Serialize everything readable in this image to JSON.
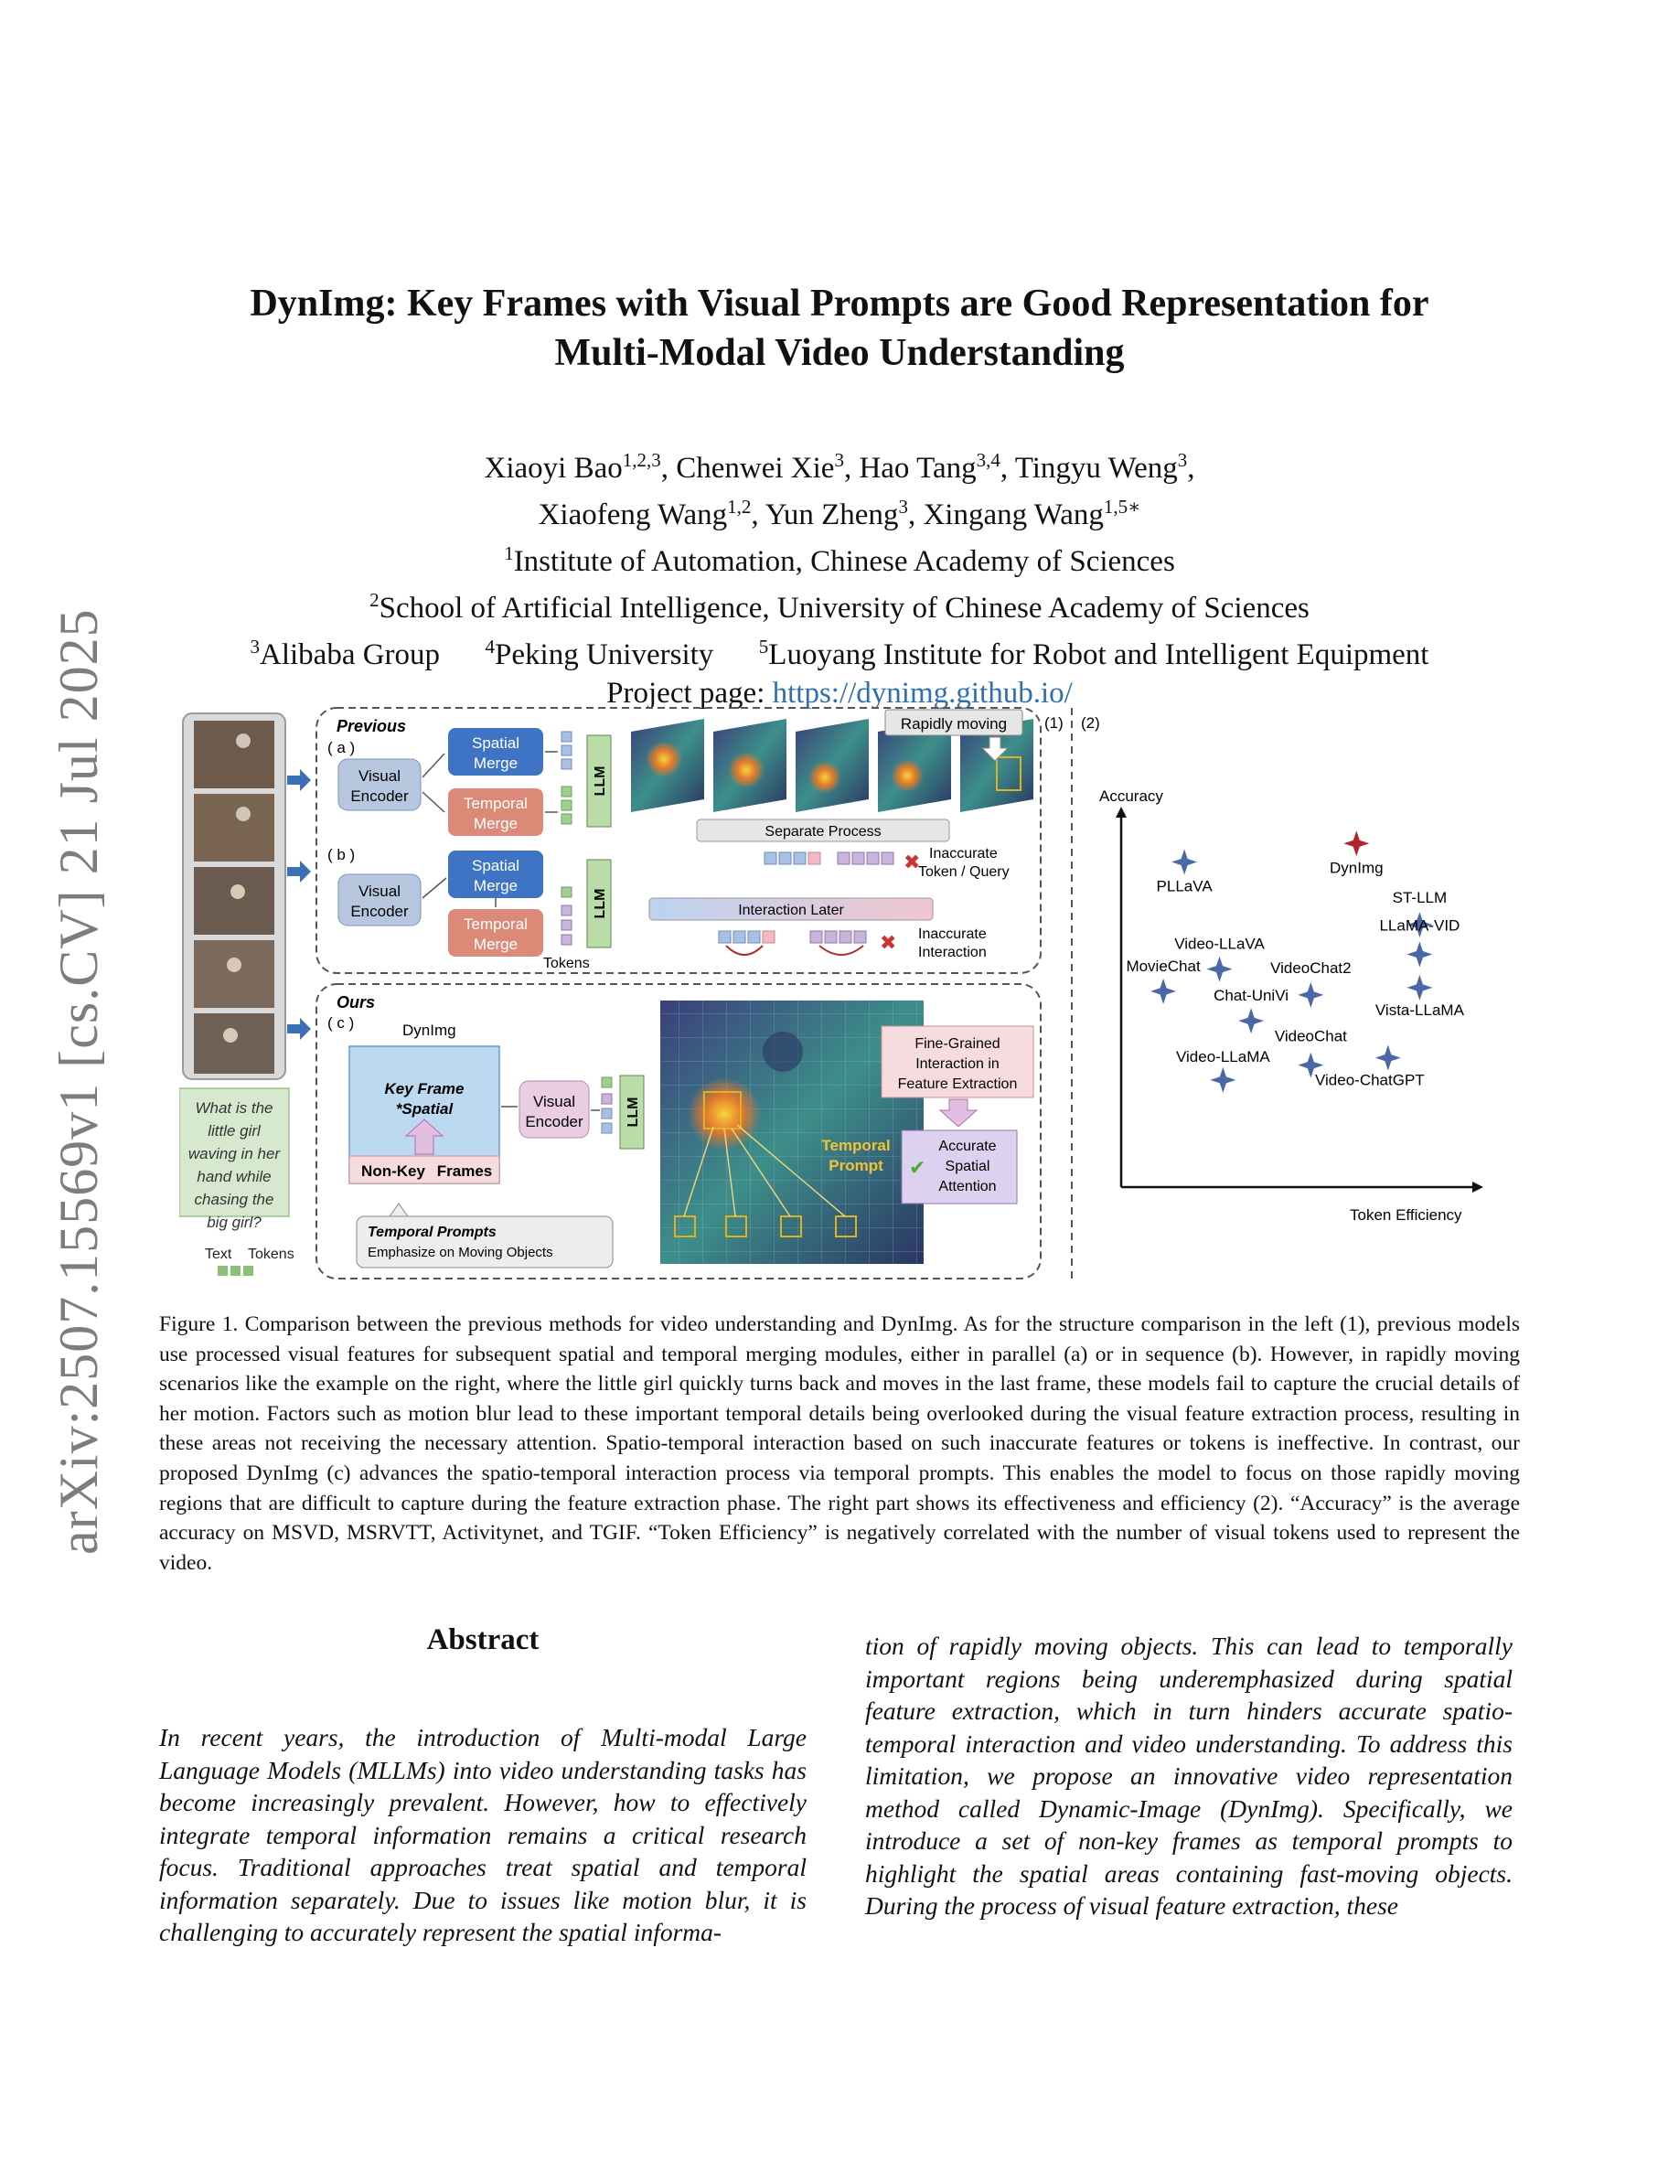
{
  "arxiv_stamp": "arXiv:2507.15569v1  [cs.CV]  21 Jul 2025",
  "title_line1": "DynImg: Key Frames with Visual Prompts are Good Representation for",
  "title_line2": "Multi-Modal Video Understanding",
  "authors": {
    "a1": "Xiaoyi Bao",
    "a1_sup": "1,2,3",
    "a2": "Chenwei Xie",
    "a2_sup": "3",
    "a3": "Hao Tang",
    "a3_sup": "3,4",
    "a4": "Tingyu Weng",
    "a4_sup": "3",
    "a5": "Xiaofeng Wang",
    "a5_sup": "1,2",
    "a6": "Yun Zheng",
    "a6_sup": "3",
    "a7": "Xingang Wang",
    "a7_sup": "1,5∗"
  },
  "affiliations": {
    "aff1_sup": "1",
    "aff1": "Institute of Automation, Chinese Academy of Sciences",
    "aff2_sup": "2",
    "aff2": "School of Artificial Intelligence, University of Chinese Academy of Sciences",
    "aff3_sup": "3",
    "aff3": "Alibaba Group",
    "aff4_sup": "4",
    "aff4": "Peking University",
    "aff5_sup": "5",
    "aff5": "Luoyang Institute for Robot and Intelligent Equipment"
  },
  "project_label": "Project page:",
  "project_url": "https://dynimg.github.io/",
  "figure": {
    "previous": "Previous",
    "a": "( a )",
    "b": "( b )",
    "c": "( c )",
    "ours": "Ours",
    "visual_encoder": "Visual",
    "visual_encoder2": "Encoder",
    "spatial": "Spatial",
    "temporal": "Temporal",
    "merge": "Merge",
    "llm": "LLM",
    "tokens": "Tokens",
    "rapidly_moving": "Rapidly moving",
    "mark1": "(1)",
    "mark2": "(2)",
    "separate_process": "Separate Process",
    "interaction_later": "Interaction Later",
    "inacc_token1": "Inaccurate",
    "inacc_token2": "Token / Query",
    "inacc_inter1": "Inaccurate",
    "inacc_inter2": "Interaction",
    "dynimg": "DynImg",
    "key_frame": "Key Frame",
    "spatial_star": "*Spatial",
    "non_key": "Non-Key",
    "frames": "Frames",
    "temporal_prompts": "Temporal Prompts",
    "emphasize": "Emphasize on Moving Objects",
    "fine1": "Fine-Grained",
    "fine2": "Interaction in",
    "fine3": "Feature Extraction",
    "acc1": "Accurate",
    "acc2": "Spatial",
    "acc3": "Attention",
    "temporal_prompt1": "Temporal",
    "temporal_prompt2": "Prompt",
    "question": [
      "What is the",
      "little girl",
      "waving in her",
      "hand while",
      "chasing the",
      "big girl?"
    ],
    "text_label": "Text",
    "tokens_label": "Tokens"
  },
  "chart_data": {
    "type": "scatter",
    "xlabel": "Token Efficiency",
    "ylabel": "Accuracy",
    "points": [
      {
        "name": "DynImg",
        "x": 6.7,
        "y": 9.3,
        "color": "#b0242b"
      },
      {
        "name": "PLLaVA",
        "x": 1.8,
        "y": 8.8,
        "color": "#4a68a8"
      },
      {
        "name": "ST-LLM",
        "x": 8.5,
        "y": 7.1,
        "color": "#4a68a8"
      },
      {
        "name": "LLaMA-VID",
        "x": 8.5,
        "y": 6.3,
        "color": "#4a68a8"
      },
      {
        "name": "Video-LLaVA",
        "x": 2.8,
        "y": 5.9,
        "color": "#4a68a8"
      },
      {
        "name": "MovieChat",
        "x": 1.2,
        "y": 5.3,
        "color": "#4a68a8"
      },
      {
        "name": "VideoChat2",
        "x": 5.4,
        "y": 5.2,
        "color": "#4a68a8"
      },
      {
        "name": "Vista-LLaMA",
        "x": 8.5,
        "y": 5.4,
        "color": "#4a68a8"
      },
      {
        "name": "Chat-UniVi",
        "x": 3.7,
        "y": 4.5,
        "color": "#4a68a8"
      },
      {
        "name": "VideoChat",
        "x": 5.4,
        "y": 3.3,
        "color": "#4a68a8"
      },
      {
        "name": "Video-ChatGPT",
        "x": 7.6,
        "y": 3.5,
        "color": "#4a68a8"
      },
      {
        "name": "Video-LLaMA",
        "x": 2.9,
        "y": 2.9,
        "color": "#4a68a8"
      }
    ]
  },
  "caption": "Figure 1. Comparison between the previous methods for video understanding and DynImg. As for the structure comparison in the left (1), previous models use processed visual features for subsequent spatial and temporal merging modules, either in parallel (a) or in sequence (b). However, in rapidly moving scenarios like the example on the right, where the little girl quickly turns back and moves in the last frame, these models fail to capture the crucial details of her motion. Factors such as motion blur lead to these important temporal details being overlooked during the visual feature extraction process, resulting in these areas not receiving the necessary attention. Spatio-temporal interaction based on such inaccurate features or tokens is ineffective. In contrast, our proposed DynImg (c) advances the spatio-temporal interaction process via temporal prompts. This enables the model to focus on those rapidly moving regions that are difficult to capture during the feature extraction phase. The right part shows its effectiveness and efficiency (2). “Accuracy” is the average accuracy on MSVD, MSRVTT, Activitynet, and TGIF. “Token Efficiency” is negatively correlated with the number of visual tokens used to represent the video.",
  "abstract_heading": "Abstract",
  "abstract_left": "In recent years, the introduction of Multi-modal Large Language Models (MLLMs) into video understanding tasks has become increasingly prevalent. However, how to effectively integrate temporal information remains a critical research focus. Traditional approaches treat spatial and temporal information separately. Due to issues like motion blur, it is challenging to accurately represent the spatial informa-",
  "abstract_right": "tion of rapidly moving objects. This can lead to temporally important regions being underemphasized during spatial feature extraction, which in turn hinders accurate spatio-temporal interaction and video understanding. To address this limitation, we propose an innovative video representation method called Dynamic-Image (DynImg). Specifically, we introduce a set of non-key frames as temporal prompts to highlight the spatial areas containing fast-moving objects. During the process of visual feature extraction, these"
}
